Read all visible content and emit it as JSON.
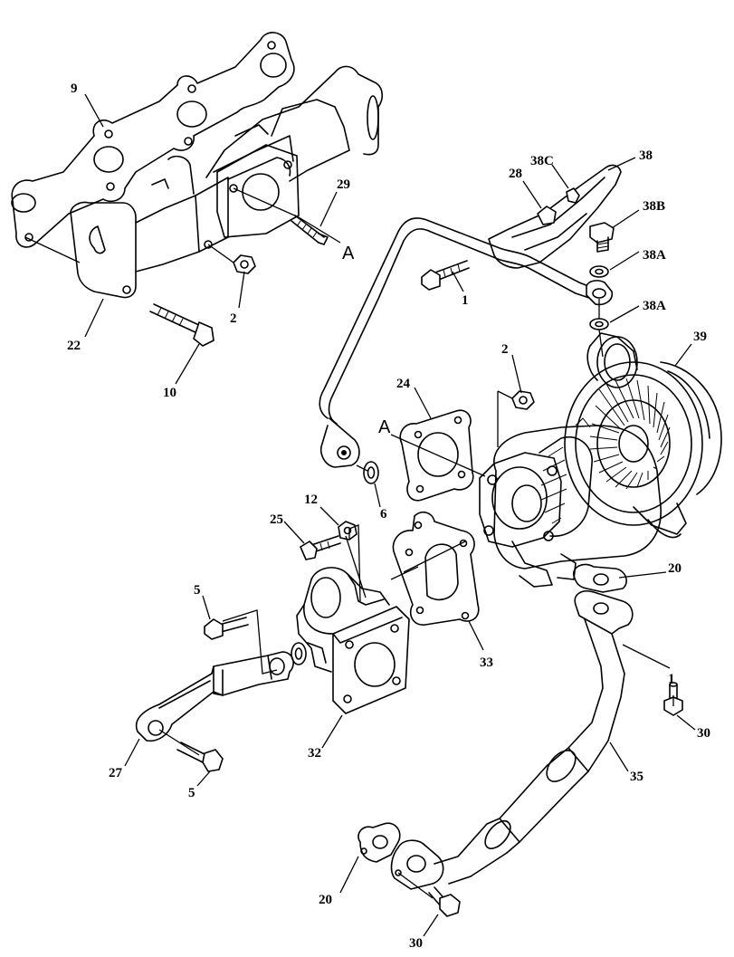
{
  "callouts": {
    "c9": "9",
    "c29": "29",
    "c2a": "2",
    "c22": "22",
    "c10": "10",
    "c28": "28",
    "c38c": "38C",
    "c38": "38",
    "c38b": "38B",
    "c38a1": "38A",
    "c38a2": "38A",
    "c1a": "1",
    "c39": "39",
    "c2b": "2",
    "c24": "24",
    "c6": "6",
    "c12": "12",
    "c25": "25",
    "c5a": "5",
    "c33": "33",
    "c20a": "20",
    "c1b": "1",
    "c30a": "30",
    "c27": "27",
    "c32": "32",
    "c5b": "5",
    "c35": "35",
    "c20b": "20",
    "c30b": "30"
  },
  "references": {
    "refA1": "A",
    "refA2": "A"
  }
}
